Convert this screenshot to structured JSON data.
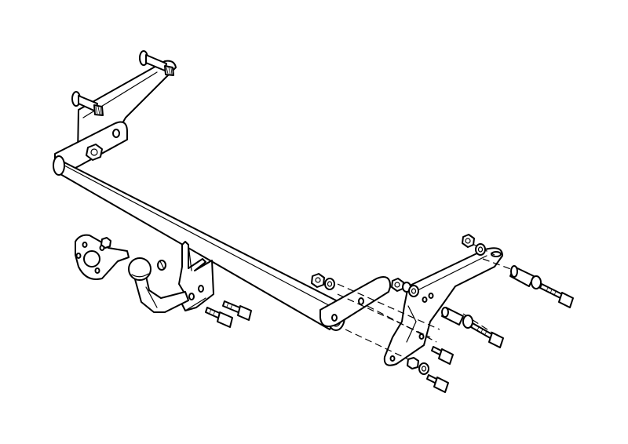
{
  "diagram": {
    "background": "#ffffff",
    "line_color": "#000000",
    "style": "exploded-assembly-line-drawing",
    "parts": [
      "main-crossbar",
      "left-mounting-bracket",
      "right-mounting-bracket",
      "tow-ball-neck",
      "socket-plate",
      "mounting-bolts",
      "spacer-sleeves",
      "nuts-and-washers"
    ]
  }
}
